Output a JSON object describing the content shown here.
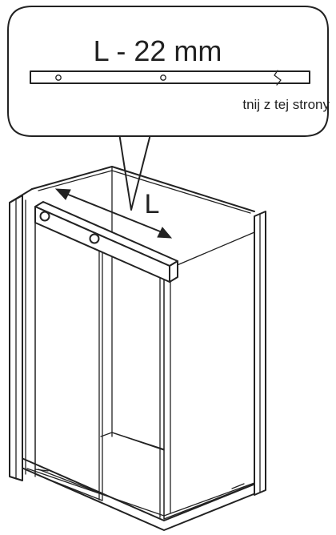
{
  "callout": {
    "formula": "L - 22 mm",
    "cut_note": "tnij z tej strony"
  },
  "dimension": {
    "label": "L"
  },
  "colors": {
    "line": "#222222",
    "background": "#ffffff"
  }
}
